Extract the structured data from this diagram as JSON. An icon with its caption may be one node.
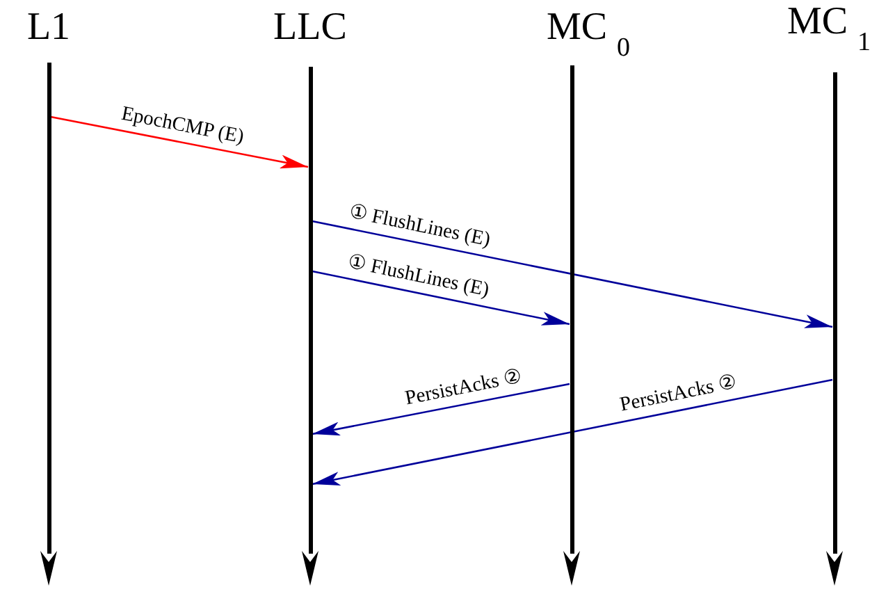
{
  "diagram": {
    "nodes": [
      {
        "text": [
          "L1"
        ]
      },
      {
        "text": [
          "LLC"
        ]
      },
      {
        "text": [
          "MC $_{0}$"
        ]
      },
      {
        "text": [
          "MC $_{1}$"
        ]
      }
    ],
    "edges": [
      {
        "from": 0,
        "to": 1,
        "arrow": "to",
        "label": "EpochCMP (E)",
        "color": "#ff0000"
      },
      {
        "from": 1,
        "to": 3,
        "arrow": "to",
        "label": "① FlushLines (E)"
      },
      {
        "from": 1,
        "to": 2,
        "arrow": "to",
        "label": "① FlushLines (E)"
      },
      {
        "from": 2,
        "to": 1,
        "arrow": "to",
        "label": "PersistAcks ②"
      },
      {
        "from": 3,
        "to": 1,
        "arrow": "to",
        "label": "PersistAcks ②"
      }
    ]
  }
}
